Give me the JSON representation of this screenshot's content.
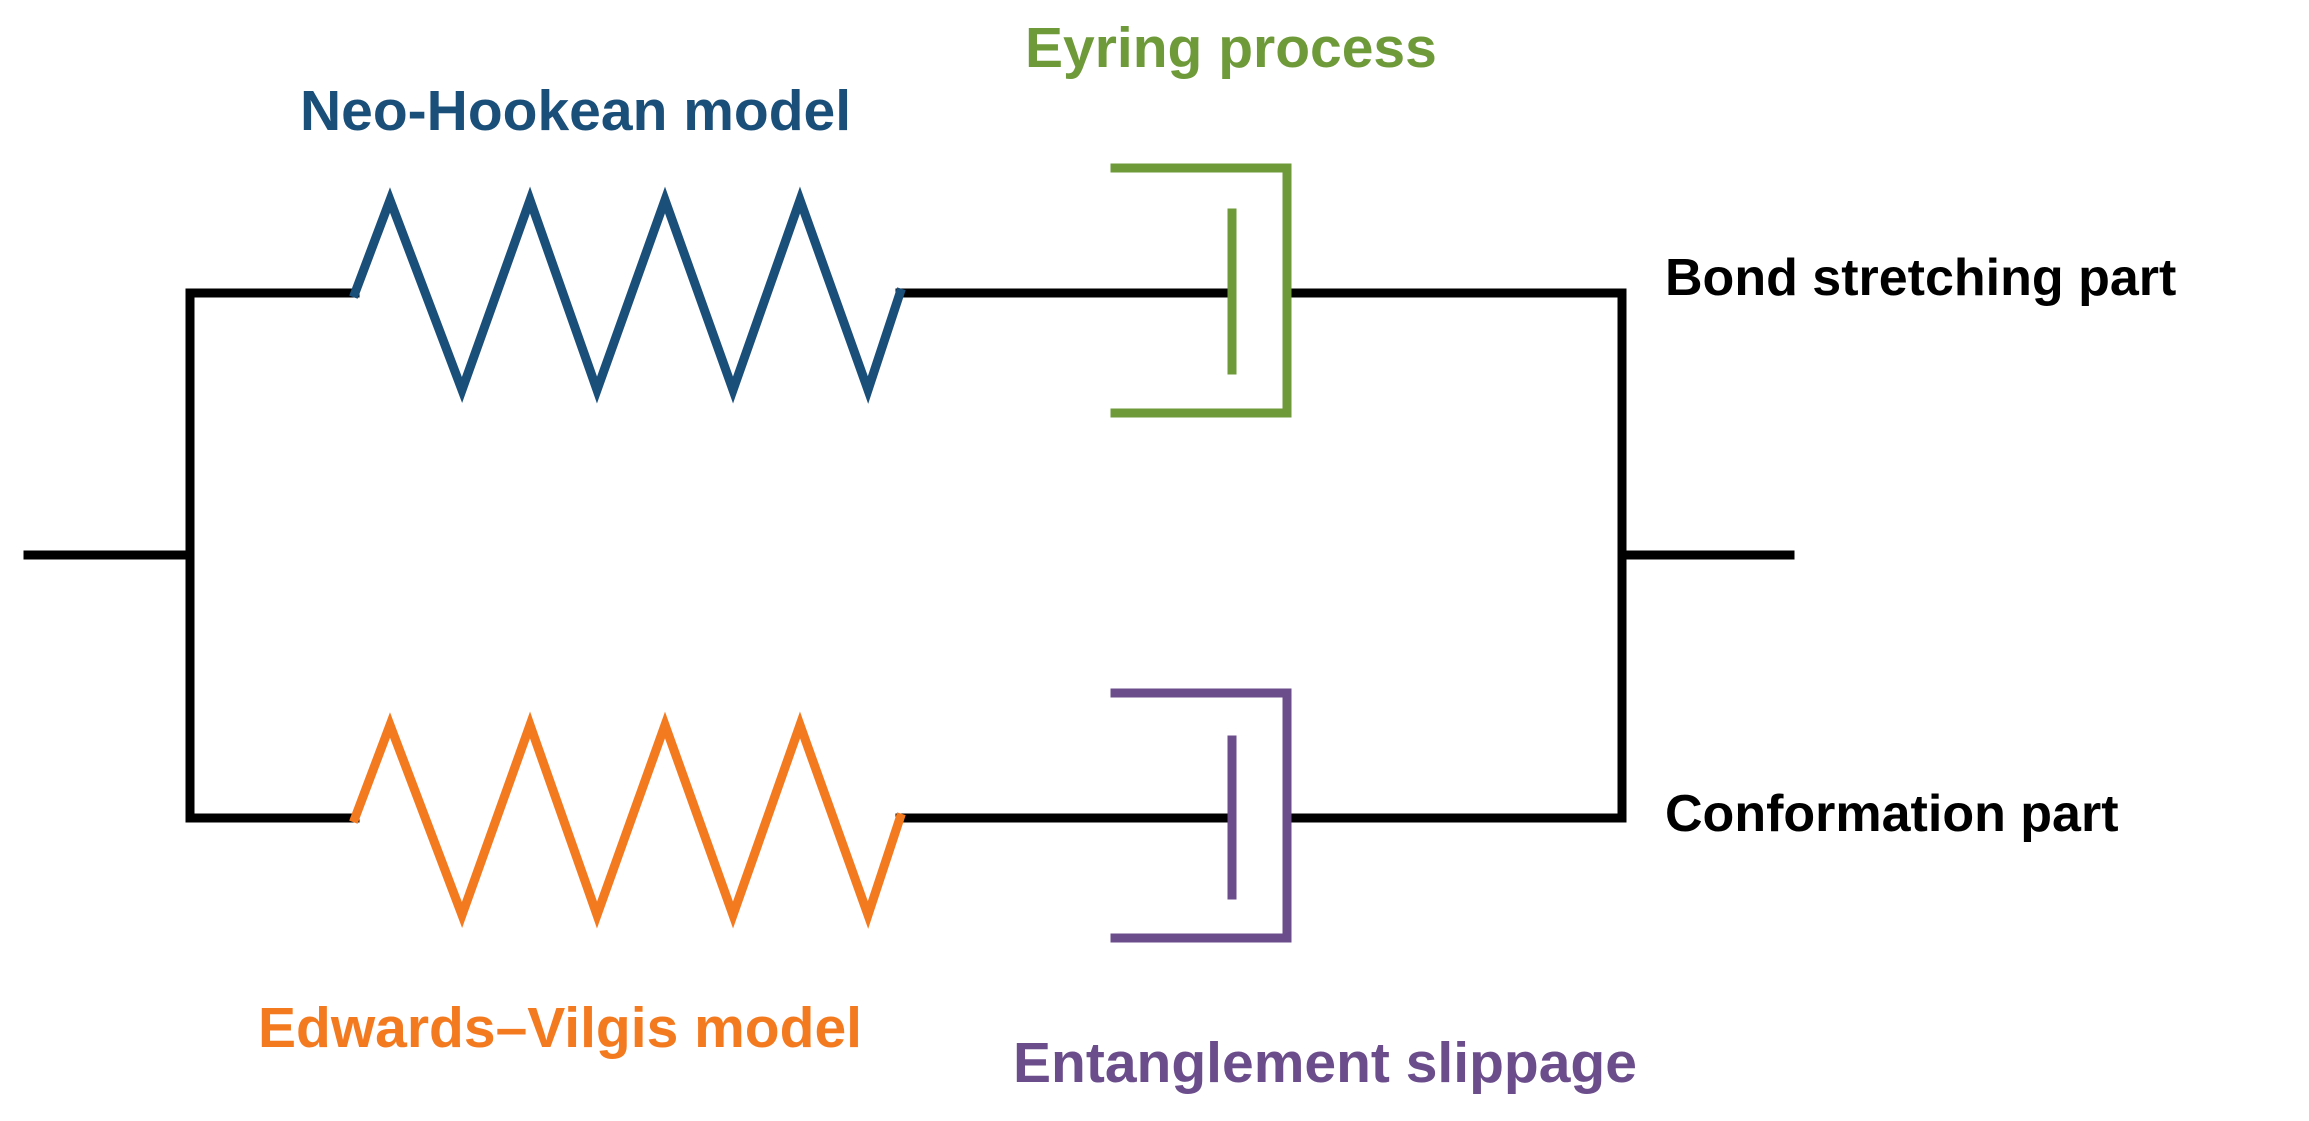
{
  "labels": {
    "neo_hookean": "Neo-Hookean model",
    "eyring": "Eyring process",
    "bond_stretching": "Bond stretching part",
    "conformation": "Conformation part",
    "edwards_vilgis": "Edwards–Vilgis model",
    "entanglement": "Entanglement slippage"
  },
  "colors": {
    "neo_hookean": "#1a4f7a",
    "eyring": "#6f9a3a",
    "edwards_vilgis": "#f47a20",
    "entanglement": "#6b4d8c",
    "wire": "#000000",
    "branch_label": "#000000"
  }
}
